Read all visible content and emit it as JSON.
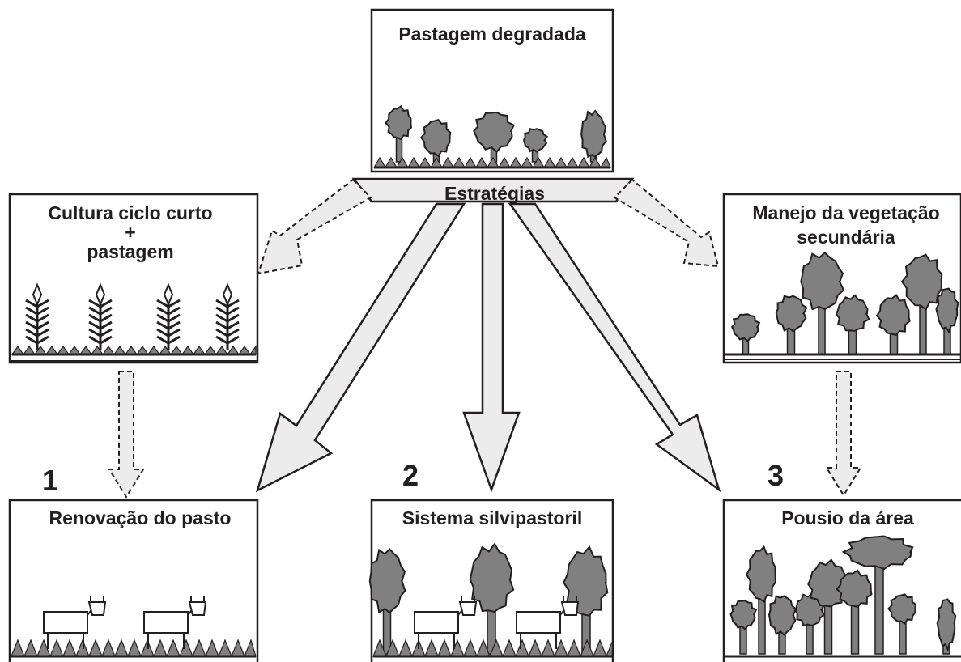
{
  "source": {
    "title": "Pastagem degradada",
    "strategies_label": "Estratégias"
  },
  "boxes": {
    "short_cycle": {
      "line1": "Cultura ciclo curto",
      "line2": "+",
      "line3": "pastagem"
    },
    "secondary": {
      "line1": "Manejo da vegetação",
      "line2": "secundária"
    },
    "renewal": {
      "number": "1",
      "title": "Renovação do pasto"
    },
    "silvopastoral": {
      "number": "2",
      "title": "Sistema silvipastoril"
    },
    "fallow": {
      "number": "3",
      "title": "Pousio da área"
    }
  },
  "colors": {
    "ink": "#231f20",
    "foliage": "#808080",
    "arrow_fill": "#ececec",
    "background": "#ffffff"
  }
}
